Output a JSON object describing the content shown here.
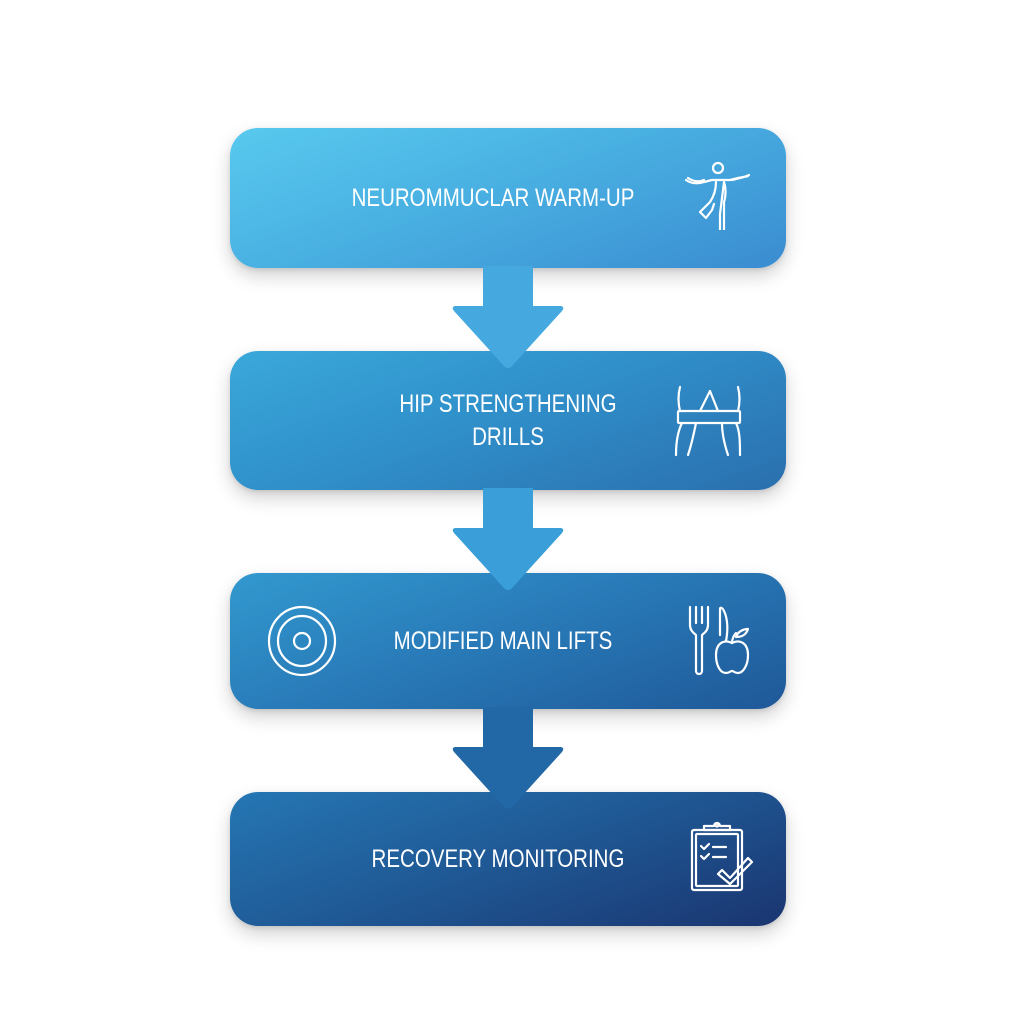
{
  "diagram": {
    "type": "vertical-flowchart",
    "steps": [
      {
        "label": "NEUROMMUCLAR WARM-UP",
        "icon": "dancing-figure-icon",
        "icon_position": "right",
        "gradient": [
          "#58C9EE",
          "#3A8CD0"
        ]
      },
      {
        "label": "HIP STRENGTHENING\nDRILLS",
        "icon": "hip-band-icon",
        "icon_position": "right",
        "gradient": [
          "#3AA8DA",
          "#2A6FAE"
        ]
      },
      {
        "label": "MODIFIED MAIN LIFTS",
        "icon_left": "target-plate-icon",
        "icon": "fork-knife-apple-icon",
        "icon_position": "right",
        "gradient": [
          "#3299CF",
          "#1F5898"
        ]
      },
      {
        "label": "RECOVERY MONITORING",
        "icon": "clipboard-checklist-icon",
        "icon_position": "right",
        "gradient": [
          "#2577B4",
          "#1A3570"
        ]
      }
    ],
    "connectors": [
      {
        "from": 0,
        "to": 1,
        "color": "#45A9E0",
        "icon": "down-arrow-icon"
      },
      {
        "from": 1,
        "to": 2,
        "color": "#3A9FD8",
        "icon": "down-arrow-icon"
      },
      {
        "from": 2,
        "to": 3,
        "color": "#2267A6",
        "icon": "down-arrow-icon"
      }
    ],
    "text_color": "#FFFFFF",
    "background": "#FFFFFF"
  }
}
